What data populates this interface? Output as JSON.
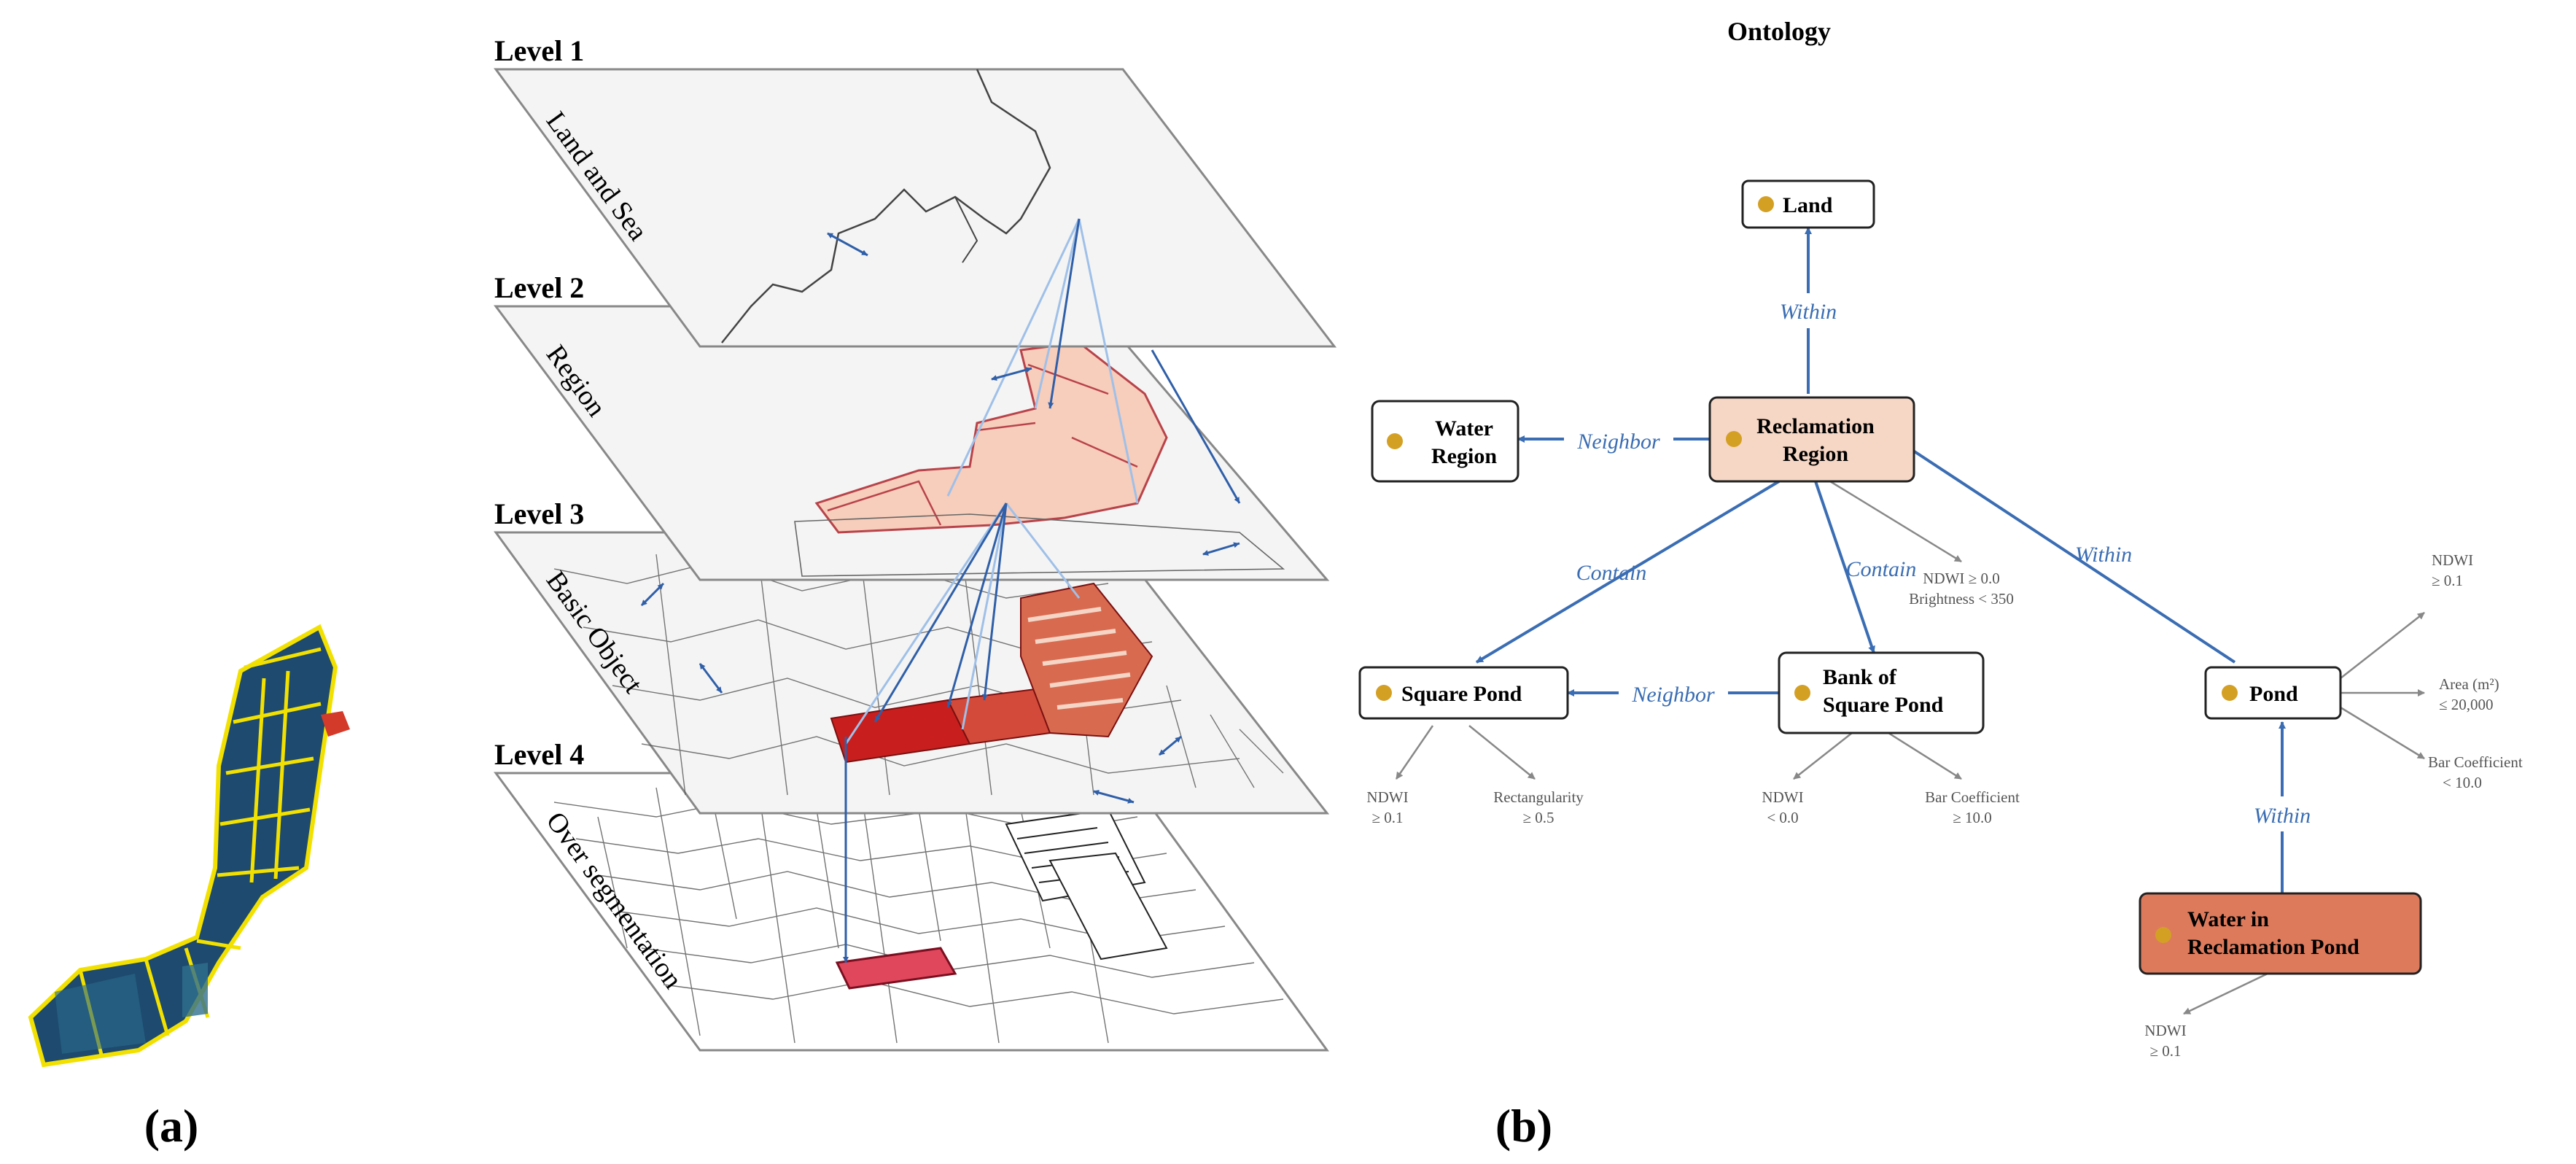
{
  "panel_a": {
    "label": "a"
  },
  "panel_b": {
    "label": "b"
  },
  "layers": [
    {
      "level": "Level 1",
      "name": "Land and Sea"
    },
    {
      "level": "Level 2",
      "name": "Region"
    },
    {
      "level": "Level 3",
      "name": "Basic Object"
    },
    {
      "level": "Level 4",
      "name": "Over segmentation"
    }
  ],
  "ontology": {
    "title": "Ontology",
    "nodes": {
      "land": "Land",
      "water_region": [
        "Water",
        "Region"
      ],
      "reclamation_region": [
        "Reclamation",
        "Region"
      ],
      "square_pond": "Square Pond",
      "bank": [
        "Bank of",
        "Square Pond"
      ],
      "pond": "Pond",
      "water_in_pond": [
        "Water in",
        "Reclamation Pond"
      ]
    },
    "edges": {
      "within_land": "Within",
      "neighbor_water": "Neighbor",
      "contain_square": "Contain",
      "contain_bank": "Contain",
      "within_pond": "Within",
      "neighbor_bank": "Neighbor",
      "within_water": "Within"
    },
    "attributes": {
      "reclamation": [
        "NDWI ≥ 0.0",
        "Brightness < 350"
      ],
      "square_ndwi": [
        "NDWI",
        "≥ 0.1"
      ],
      "square_rect": [
        "Rectangularity",
        "≥ 0.5"
      ],
      "bank_ndwi": [
        "NDWI",
        "< 0.0"
      ],
      "bank_bar": [
        "Bar Coefficient",
        "≥ 10.0"
      ],
      "pond_ndwi": [
        "NDWI",
        "≥ 0.1"
      ],
      "pond_area": [
        "Area (m²)",
        "≤ 20,000"
      ],
      "pond_bar": [
        "Bar Coefficient",
        "< 10.0"
      ],
      "water_ndwi": [
        "NDWI",
        "≥ 0.1"
      ]
    }
  },
  "colors": {
    "edge_blue": "#3a6db3",
    "node_border": "#222222",
    "node_dot": "#d4a024",
    "reclamation_fill": "#f6d6c4",
    "water_fill": "#dd7a5c",
    "layer_fill": "#f4f4f4",
    "region_fill": "#f7cdbb",
    "object_fill": "#c81e1e",
    "pond_blue": "#1d4a6e",
    "pond_outline": "#f2e100"
  }
}
